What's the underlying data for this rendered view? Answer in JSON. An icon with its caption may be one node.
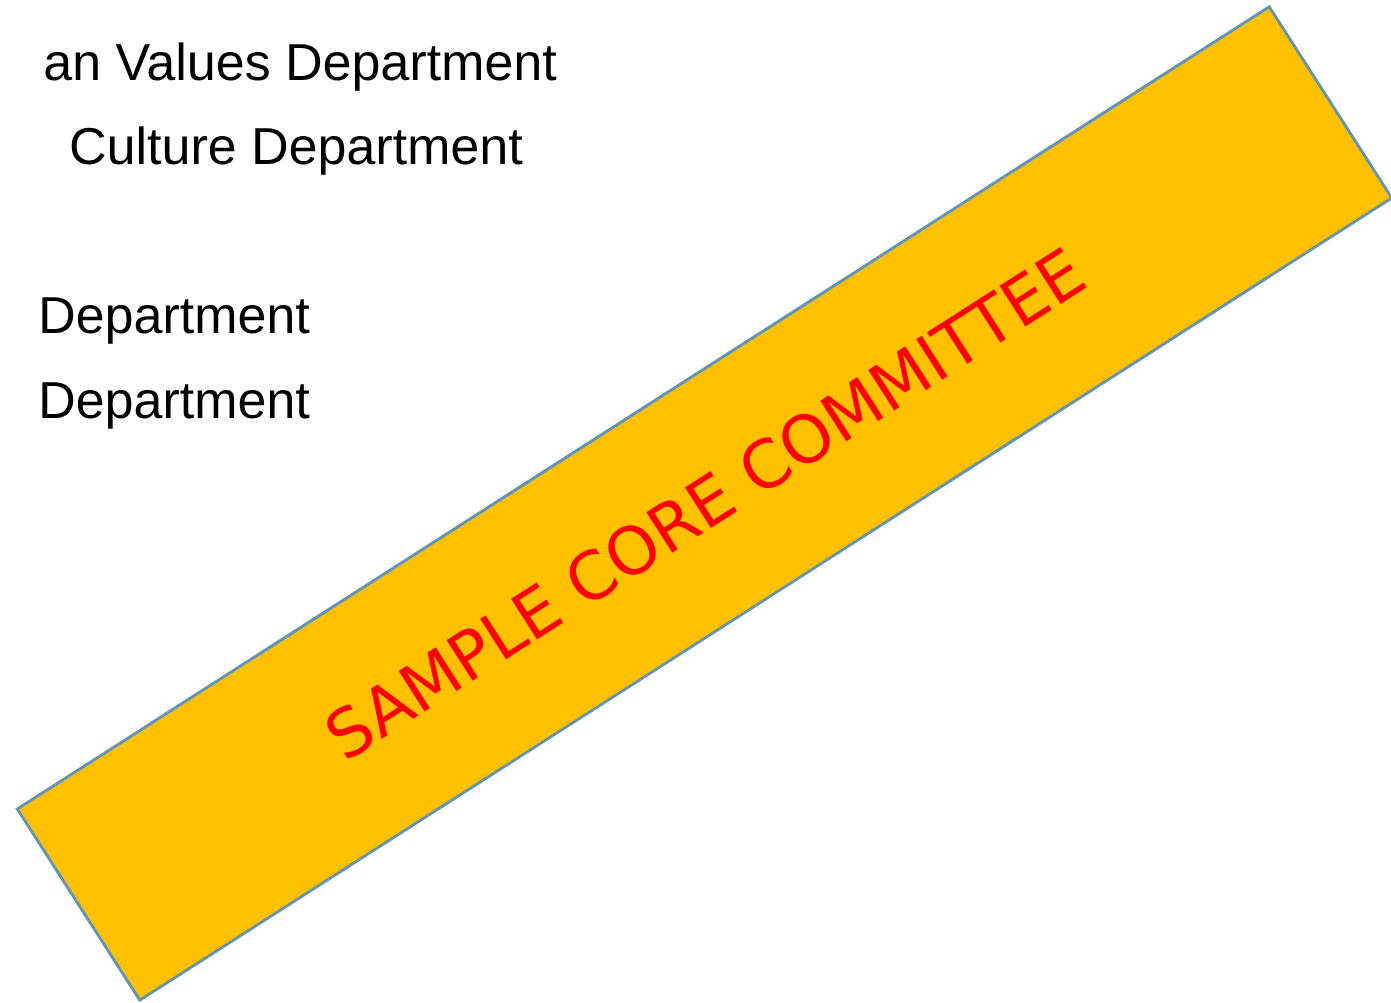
{
  "diagram": {
    "nodes": [
      {
        "text": [
          "SAMPLE CORE COMMITTEE"
        ]
      }
    ],
    "labels": [
      "an Values Department",
      "Culture Department",
      "Department",
      "Department"
    ]
  }
}
